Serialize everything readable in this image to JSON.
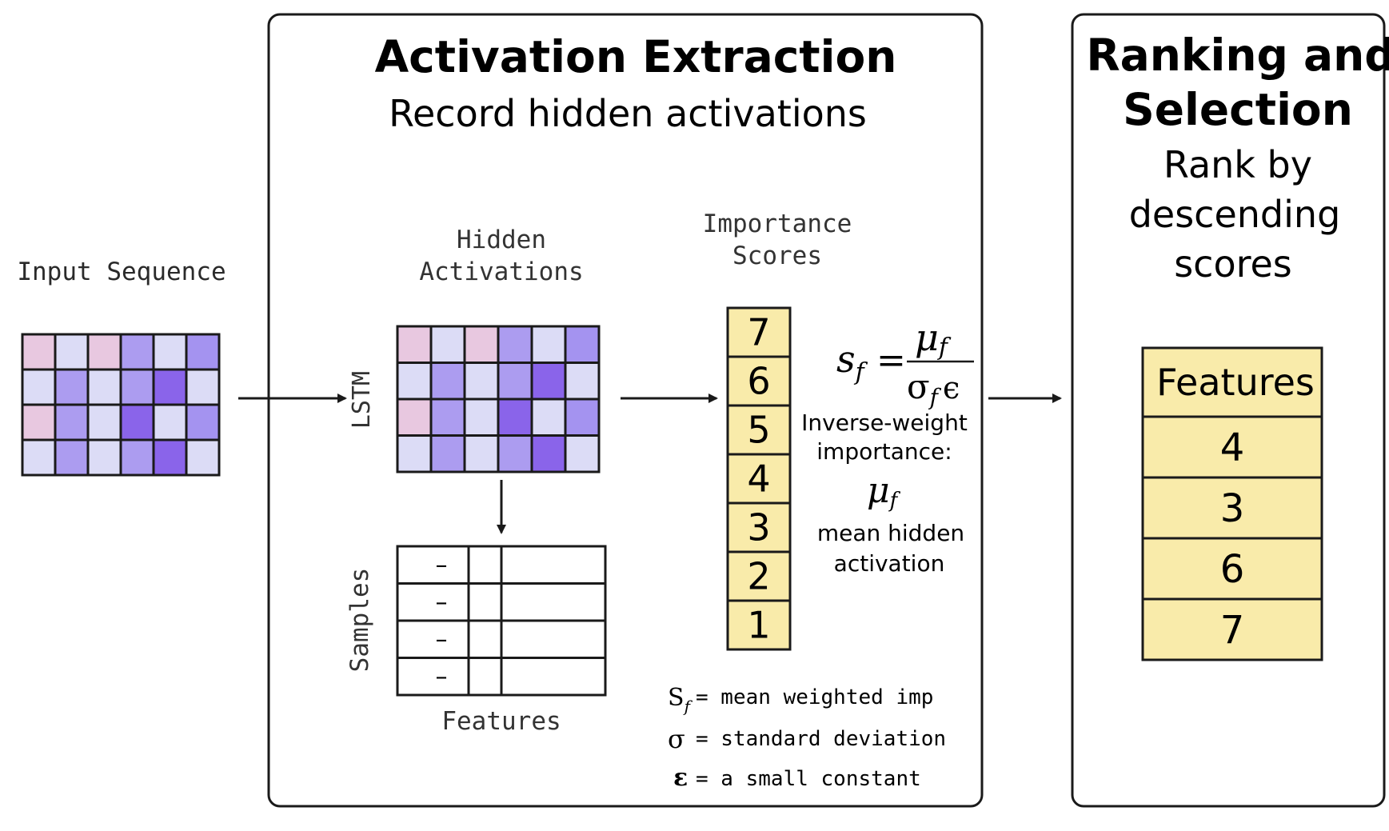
{
  "input": {
    "title": "Input Sequence",
    "grid": [
      [
        1,
        2,
        1,
        3,
        2,
        4
      ],
      [
        2,
        3,
        2,
        3,
        5,
        2
      ],
      [
        1,
        3,
        2,
        5,
        2,
        4
      ],
      [
        2,
        3,
        2,
        3,
        5,
        2
      ]
    ]
  },
  "extraction": {
    "title": "Activation Extraction",
    "subtitle": "Record hidden activations",
    "hidden": {
      "title_line1": "Hidden",
      "title_line2": "Activations",
      "side_label": "LSTM",
      "grid": [
        [
          1,
          2,
          1,
          3,
          2,
          4
        ],
        [
          2,
          3,
          2,
          3,
          5,
          2
        ],
        [
          1,
          3,
          2,
          5,
          2,
          4
        ],
        [
          2,
          3,
          2,
          3,
          5,
          2
        ]
      ]
    },
    "samples_table": {
      "side_label": "Samples",
      "bottom_label": "Features",
      "rows": [
        "–",
        "–",
        "–",
        "–"
      ]
    },
    "scores": {
      "title_line1": "Importance",
      "title_line2": "Scores",
      "values": [
        "7",
        "6",
        "5",
        "4",
        "3",
        "2",
        "1"
      ]
    },
    "formula": {
      "lhs": "s",
      "lhs_sub": "f",
      "eq": "=",
      "num": "μ",
      "num_sub": "f",
      "den": "σ",
      "den_sub": "f",
      "den_tail": "ϵ",
      "desc_line1": "Inverse-weight",
      "desc_line2": "importance:",
      "mu": "μ",
      "mu_sub": "f",
      "mu_line1": "mean hidden",
      "mu_line2": "activation"
    },
    "legend": [
      {
        "sym": "S",
        "sub": "f",
        "text": "= mean weighted imp"
      },
      {
        "sym": "σ",
        "sub": "",
        "text": "= standard deviation"
      },
      {
        "sym": "ε",
        "sub": "",
        "text": "=  a small constant"
      }
    ]
  },
  "ranking": {
    "title_line1": "Ranking and",
    "title_line2": "Selection",
    "subtitle_line1": "Rank by",
    "subtitle_line2": "descending",
    "subtitle_line3": "scores",
    "table_header": "Features",
    "rows": [
      "4",
      "3",
      "6",
      "7"
    ]
  },
  "colors": {
    "shade_1": "#e8c8e0",
    "shade_2": "#dcdcf6",
    "shade_3": "#ac9cf0",
    "shade_4": "#a493f0",
    "shade_5": "#8a64ea",
    "score_fill": "#f9ebaa",
    "border": "#1a1a1a"
  }
}
